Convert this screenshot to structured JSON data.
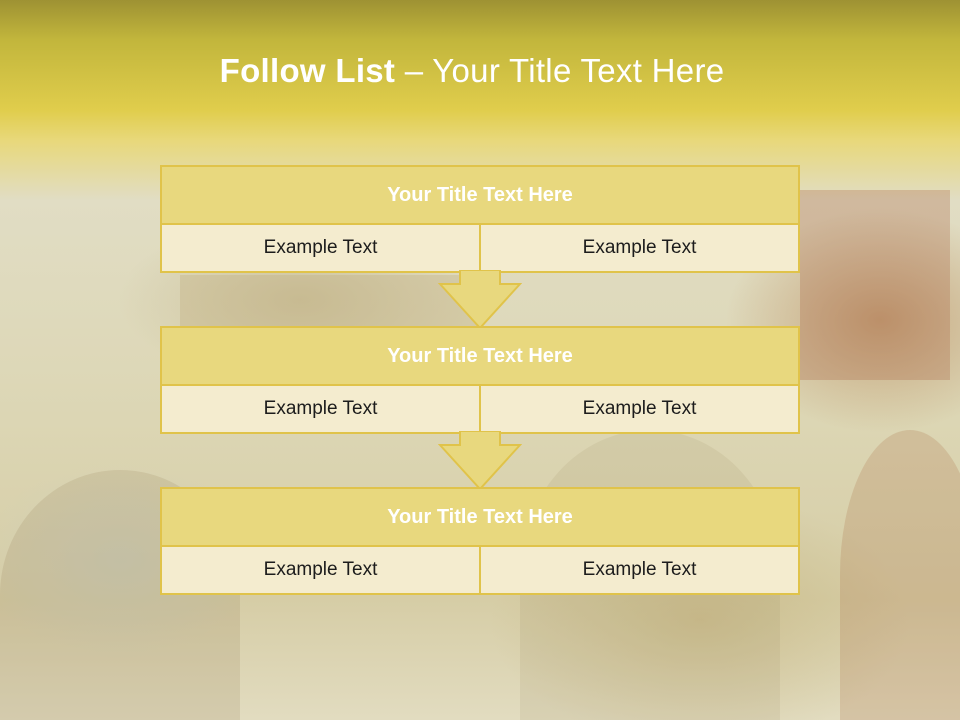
{
  "title": {
    "bold": "Follow List",
    "rest": " – Your Title Text Here"
  },
  "boxes": [
    {
      "heading": "Your Title Text Here",
      "left": "Example Text",
      "right": "Example Text"
    },
    {
      "heading": "Your Title Text Here",
      "left": "Example Text",
      "right": "Example Text"
    },
    {
      "heading": "Your Title Text Here",
      "left": "Example Text",
      "right": "Example Text"
    }
  ],
  "colors": {
    "box_border": "#e0c34a",
    "box_header": "#e8d87e",
    "box_cell": "#f4eccf",
    "header_band": "#e0cd4c"
  }
}
